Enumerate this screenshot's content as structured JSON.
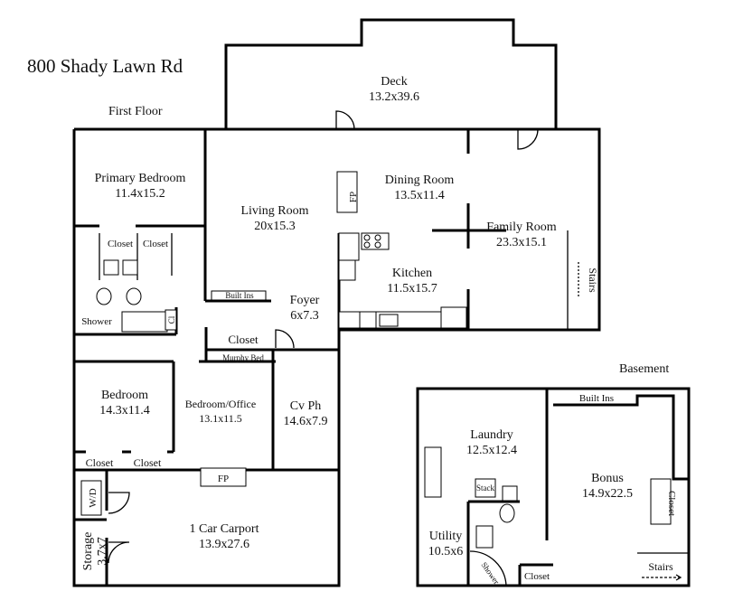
{
  "title": "800 Shady Lawn Rd",
  "first_floor_label": "First Floor",
  "basement_label": "Basement",
  "rooms": {
    "deck": {
      "name": "Deck",
      "dims": "13.2x39.6"
    },
    "primary_bedroom": {
      "name": "Primary Bedroom",
      "dims": "11.4x15.2"
    },
    "living_room": {
      "name": "Living Room",
      "dims": "20x15.3"
    },
    "dining_room": {
      "name": "Dining Room",
      "dims": "13.5x11.4"
    },
    "family_room": {
      "name": "Family Room",
      "dims": "23.3x15.1"
    },
    "kitchen": {
      "name": "Kitchen",
      "dims": "11.5x15.7"
    },
    "foyer": {
      "name": "Foyer",
      "dims": "6x7.3"
    },
    "bedroom": {
      "name": "Bedroom",
      "dims": "14.3x11.4"
    },
    "bedroom_office": {
      "name": "Bedroom/Office",
      "dims": "13.1x11.5"
    },
    "cv_ph": {
      "name": "Cv Ph",
      "dims": "14.6x7.9"
    },
    "carport": {
      "name": "1 Car Carport",
      "dims": "13.9x27.6"
    },
    "storage": {
      "name": "Storage",
      "dims": "3.7x7"
    },
    "laundry": {
      "name": "Laundry",
      "dims": "12.5x12.4"
    },
    "utility": {
      "name": "Utility",
      "dims": "10.5x6"
    },
    "bonus": {
      "name": "Bonus",
      "dims": "14.9x22.5"
    }
  },
  "labels": {
    "closet": "Closet",
    "shower": "Shower",
    "built_ins": "Built Ins",
    "murphy_bed": "Murphy Bed",
    "fp": "FP",
    "stairs": "Stairs",
    "wd": "W/D",
    "stack": "Stack",
    "cl": "Cl"
  }
}
